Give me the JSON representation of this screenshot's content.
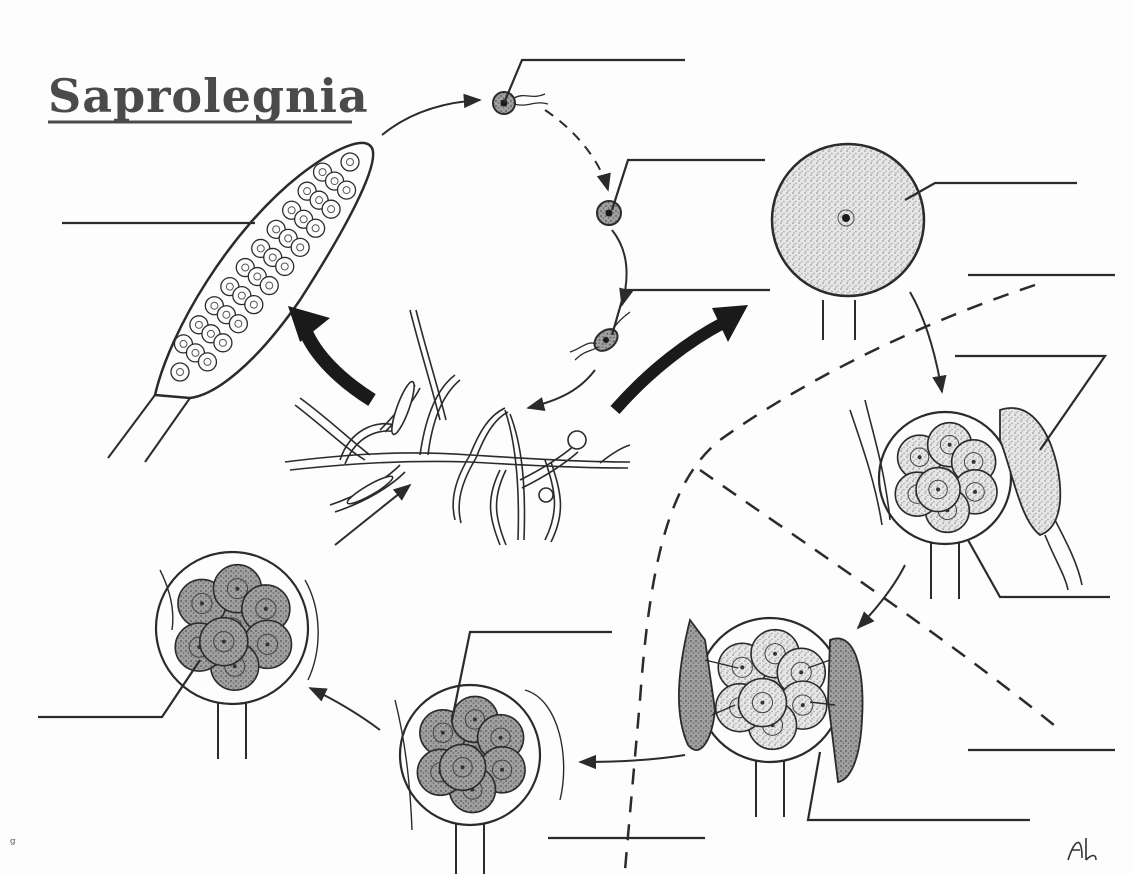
{
  "diagram": {
    "title": "Saprolegnia",
    "corner_mark_left": "ᵍ",
    "signature_mark": "Ahl",
    "colors": {
      "ink": "#2b2b2b",
      "cell_fill": "#a9a9a9",
      "stipple": "#c7c7c7",
      "paper": "#fdfdfd"
    },
    "label_blanks": 13
  }
}
